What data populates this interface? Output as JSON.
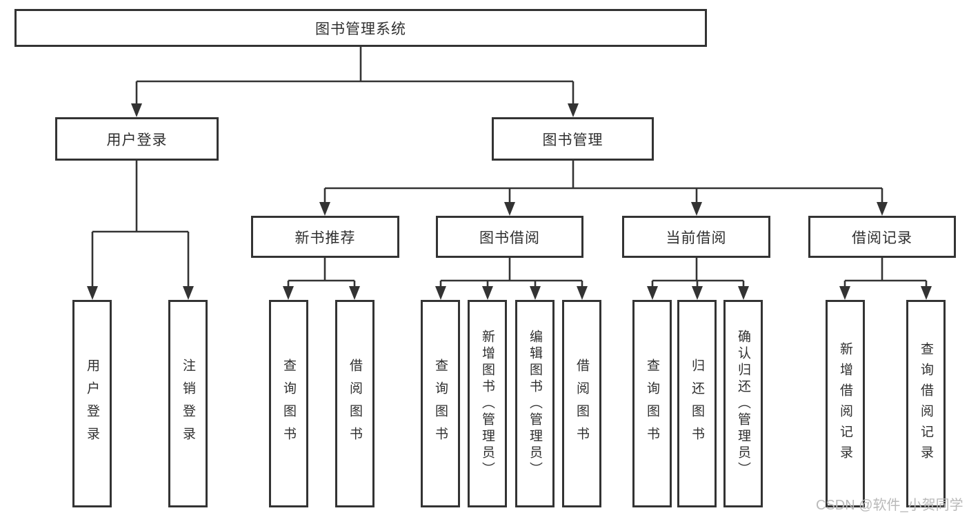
{
  "diagram": {
    "title": "图书管理系统",
    "root": {
      "label": "图书管理系统"
    },
    "branches": [
      {
        "label": "用户登录",
        "children": [
          {
            "label": "用户登录"
          },
          {
            "label": "注销登录"
          }
        ]
      },
      {
        "label": "图书管理",
        "children": [
          {
            "label": "新书推荐",
            "children": [
              {
                "label": "查询图书"
              },
              {
                "label": "借阅图书"
              }
            ]
          },
          {
            "label": "图书借阅",
            "children": [
              {
                "label": "查询图书"
              },
              {
                "label": "新增图书（管理员）"
              },
              {
                "label": "编辑图书（管理员）"
              },
              {
                "label": "借阅图书"
              }
            ]
          },
          {
            "label": "当前借阅",
            "children": [
              {
                "label": "查询图书"
              },
              {
                "label": "归还图书"
              },
              {
                "label": "确认归还（管理员）"
              }
            ]
          },
          {
            "label": "借阅记录",
            "children": [
              {
                "label": "新增借阅记录"
              },
              {
                "label": "查询借阅记录"
              }
            ]
          }
        ]
      }
    ],
    "colors": {
      "line": "#333333",
      "text": "#2f2f2f",
      "background": "#ffffff",
      "watermark": "#b9b9b9"
    },
    "watermark": {
      "text": "CSDN @软件_小贺同学"
    }
  }
}
